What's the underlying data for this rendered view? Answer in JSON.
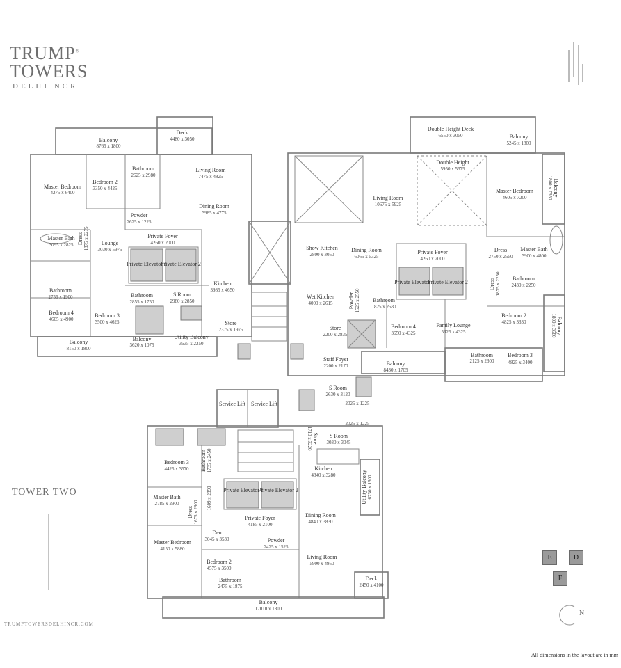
{
  "brand": {
    "line1": "TRUMP",
    "reg": "®",
    "line2": "TOWERS",
    "line3": "DELHI NCR"
  },
  "tower_name": "TOWER TWO",
  "website": "TRUMPTOWERSDELHINCR.COM",
  "note": "All dimensions in the layout are in mm",
  "compass": {
    "north_label": "N"
  },
  "key_plan": [
    "E",
    "D",
    "F"
  ],
  "units": {
    "E": [
      {
        "name": "Balcony",
        "dim": "8765 x 1800"
      },
      {
        "name": "Deck",
        "dim": "4480 x 3050"
      },
      {
        "name": "Master Bedroom",
        "dim": "4275 x 6400"
      },
      {
        "name": "Bedroom 2",
        "dim": "3350 x 4425"
      },
      {
        "name": "Bathroom",
        "dim": "2625 x 2980"
      },
      {
        "name": "Living Room",
        "dim": "7475 x 4825"
      },
      {
        "name": "Dining Room",
        "dim": "3985 x 4775"
      },
      {
        "name": "Powder",
        "dim": "2625 x 1225"
      },
      {
        "name": "Private Foyer",
        "dim": "4260 x 2000"
      },
      {
        "name": "Master Bath",
        "dim": "3095 x 2825"
      },
      {
        "name": "Dress",
        "dim": "1875 x 2275"
      },
      {
        "name": "Lounge",
        "dim": "3030 x 5975"
      },
      {
        "name": "Private Elevator 1",
        "dim": ""
      },
      {
        "name": "Private Elevator 2",
        "dim": ""
      },
      {
        "name": "Kitchen",
        "dim": "3985 x 4650"
      },
      {
        "name": "Bathroom",
        "dim": "2755 x 1900"
      },
      {
        "name": "Bathroom",
        "dim": "2855 x 1750"
      },
      {
        "name": "S Room",
        "dim": "2980 x 2850"
      },
      {
        "name": "Bedroom 4",
        "dim": "4605 x 4900"
      },
      {
        "name": "Bedroom 3",
        "dim": "3500 x 4625"
      },
      {
        "name": "Balcony",
        "dim": "3620 x 1075"
      },
      {
        "name": "Utility Balcony",
        "dim": "3635 x 2250"
      },
      {
        "name": "Store",
        "dim": "2375 x 1975"
      },
      {
        "name": "Balcony",
        "dim": "8150 x 1800"
      }
    ],
    "D": [
      {
        "name": "Double Height Deck",
        "dim": "6550 x 3050"
      },
      {
        "name": "Balcony",
        "dim": "5245 x 1800"
      },
      {
        "name": "Double Height",
        "dim": "5950 x 5675"
      },
      {
        "name": "Balcony",
        "dim": "1800 x 7650"
      },
      {
        "name": "Living Room",
        "dim": "10675 x 5925"
      },
      {
        "name": "Master Bedroom",
        "dim": "4605 x 7200"
      },
      {
        "name": "Show Kitchen",
        "dim": "2800 x 3050"
      },
      {
        "name": "Dining Room",
        "dim": "6065 x 5325"
      },
      {
        "name": "Private Foyer",
        "dim": "4260 x 2000"
      },
      {
        "name": "Dress",
        "dim": "2750 x 2550"
      },
      {
        "name": "Master Bath",
        "dim": "3900 x 4800"
      },
      {
        "name": "Private Elevator 1",
        "dim": ""
      },
      {
        "name": "Private Elevator 2",
        "dim": ""
      },
      {
        "name": "Dress",
        "dim": "1875 x 2250"
      },
      {
        "name": "Bathroom",
        "dim": "2430 x 2250"
      },
      {
        "name": "Wet Kitchen",
        "dim": "4000 x 2615"
      },
      {
        "name": "Bathroom",
        "dim": "1825 x 2580"
      },
      {
        "name": "Powder",
        "dim": "1525 x 2550"
      },
      {
        "name": "Bedroom 2",
        "dim": "4825 x 3330"
      },
      {
        "name": "Balcony",
        "dim": "1800 x 3680"
      },
      {
        "name": "Store",
        "dim": "2200 x 2835"
      },
      {
        "name": "Bedroom 4",
        "dim": "3650 x 4325"
      },
      {
        "name": "Family Lounge",
        "dim": "5325 x 4325"
      },
      {
        "name": "Bathroom",
        "dim": "2125 x 2300"
      },
      {
        "name": "Bedroom 3",
        "dim": "4825 x 3400"
      },
      {
        "name": "Staff Foyer",
        "dim": "2200 x 2170"
      },
      {
        "name": "Balcony",
        "dim": "8430 x 1705"
      }
    ],
    "F": [
      {
        "name": "S Room",
        "dim": "2630 x 3120"
      },
      {
        "name": "Service Lift",
        "dim": ""
      },
      {
        "name": "Service Lift",
        "dim": ""
      },
      {
        "name": "",
        "dim": "2025 x 1225"
      },
      {
        "name": "",
        "dim": "2025 x 1225"
      },
      {
        "name": "Store",
        "dim": "1710 x 3220"
      },
      {
        "name": "S Room",
        "dim": "3030 x 3045"
      },
      {
        "name": "Bedroom 3",
        "dim": "4425 x 3570"
      },
      {
        "name": "Bathroom",
        "dim": "1735 x 2450"
      },
      {
        "name": "Kitchen",
        "dim": "4840 x 3280"
      },
      {
        "name": "Utility Balcony",
        "dim": "6730 x 1600"
      },
      {
        "name": "Master Bath",
        "dim": "2785 x 2900"
      },
      {
        "name": "Dress",
        "dim": "1675 x 2900"
      },
      {
        "name": "",
        "dim": "1609 x 2890"
      },
      {
        "name": "Private Elevator 1",
        "dim": ""
      },
      {
        "name": "Private Elevator 2",
        "dim": ""
      },
      {
        "name": "Private Foyer",
        "dim": "4185 x 2100"
      },
      {
        "name": "Dining Room",
        "dim": "4840 x 3830"
      },
      {
        "name": "Den",
        "dim": "3045 x 3530"
      },
      {
        "name": "Powder",
        "dim": "2425 x 1525"
      },
      {
        "name": "Master Bedroom",
        "dim": "4150 x 5880"
      },
      {
        "name": "Bedroom 2",
        "dim": "4575 x 3500"
      },
      {
        "name": "Living Room",
        "dim": "5900 x 4950"
      },
      {
        "name": "Bathroom",
        "dim": "2475 x 1875"
      },
      {
        "name": "Deck",
        "dim": "2450 x 4100"
      },
      {
        "name": "Balcony",
        "dim": "17010 x 1800"
      }
    ]
  }
}
